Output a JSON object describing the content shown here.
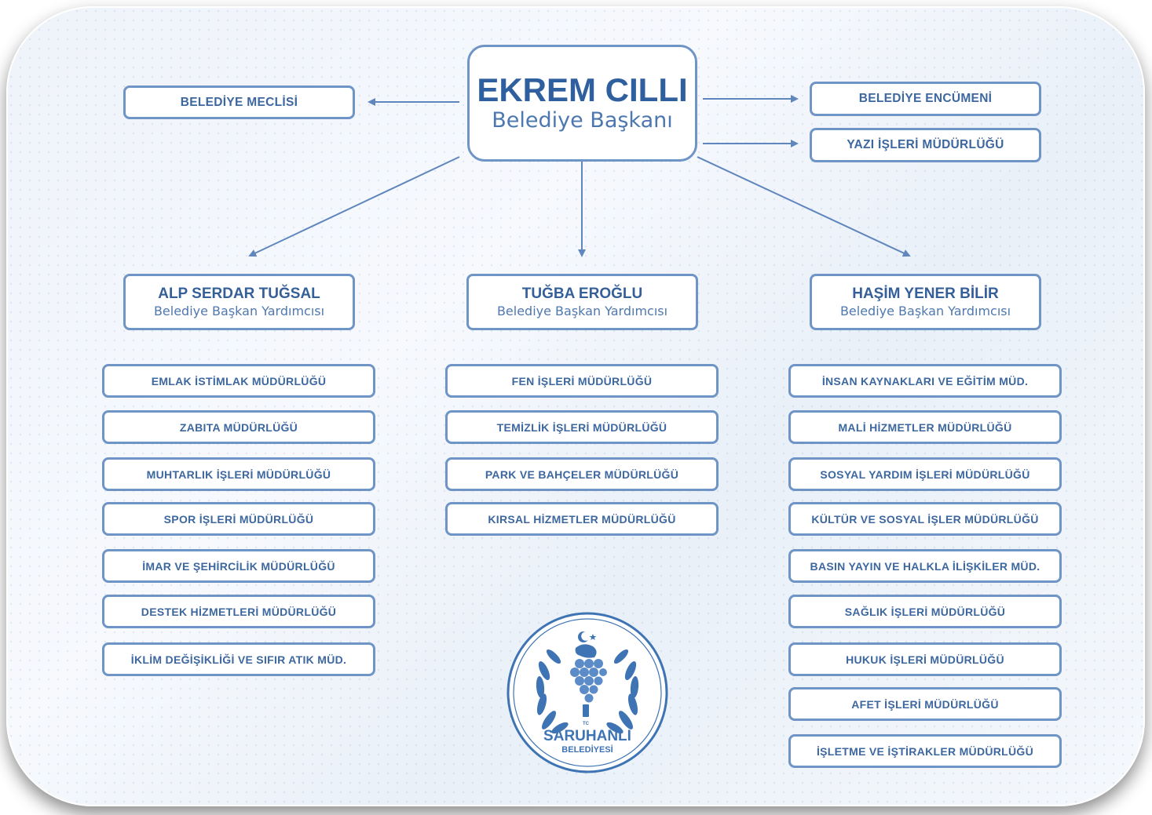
{
  "mayor": {
    "name": "EKREM CILLI",
    "title": "Belediye Başkanı"
  },
  "left_links": [
    "BELEDİYE MECLİSİ"
  ],
  "right_links": [
    "BELEDİYE ENCÜMENİ",
    "YAZI İŞLERİ MÜDÜRLÜĞÜ"
  ],
  "deputies": [
    {
      "name": "ALP SERDAR TUĞSAL",
      "title": "Belediye Başkan Yardımcısı",
      "units": [
        "EMLAK İSTİMLAK MÜDÜRLÜĞÜ",
        "ZABITA MÜDÜRLÜĞÜ",
        "MUHTARLIK İŞLERİ MÜDÜRLÜĞÜ",
        "SPOR İŞLERİ MÜDÜRLÜĞÜ",
        "İMAR VE ŞEHİRCİLİK MÜDÜRLÜĞÜ",
        "DESTEK HİZMETLERİ MÜDÜRLÜĞÜ",
        "İKLİM DEĞİŞİKLİĞİ VE SIFIR ATIK MÜD."
      ]
    },
    {
      "name": "TUĞBA EROĞLU",
      "title": "Belediye Başkan Yardımcısı",
      "units": [
        "FEN İŞLERİ MÜDÜRLÜĞÜ",
        "TEMİZLİK İŞLERİ MÜDÜRLÜĞÜ",
        "PARK VE BAHÇELER MÜDÜRLÜĞÜ",
        "KIRSAL HİZMETLER MÜDÜRLÜĞÜ"
      ]
    },
    {
      "name": "HAŞİM YENER BİLİR",
      "title": "Belediye Başkan Yardımcısı",
      "units": [
        "İNSAN KAYNAKLARI VE EĞİTİM MÜD.",
        "MALİ HİZMETLER MÜDÜRLÜĞÜ",
        "SOSYAL YARDIM İŞLERİ MÜDÜRLÜĞÜ",
        "KÜLTÜR VE SOSYAL İŞLER MÜDÜRLÜĞÜ",
        "BASIN YAYIN VE HALKLA İLİŞKİLER MÜD.",
        "SAĞLIK İŞLERİ MÜDÜRLÜĞÜ",
        "HUKUK İŞLERİ MÜDÜRLÜĞÜ",
        "AFET İŞLERİ MÜDÜRLÜĞÜ",
        "İŞLETME VE İŞTİRAKLER MÜDÜRLÜĞÜ"
      ]
    }
  ],
  "logo": {
    "line1": "SARUHANLI",
    "line2": "BELEDİYESİ",
    "icon": "saruhanli-municipality-emblem"
  },
  "colors": {
    "border": "#6f94c6",
    "text": "#3d679f",
    "arrow": "#5f86bd"
  }
}
